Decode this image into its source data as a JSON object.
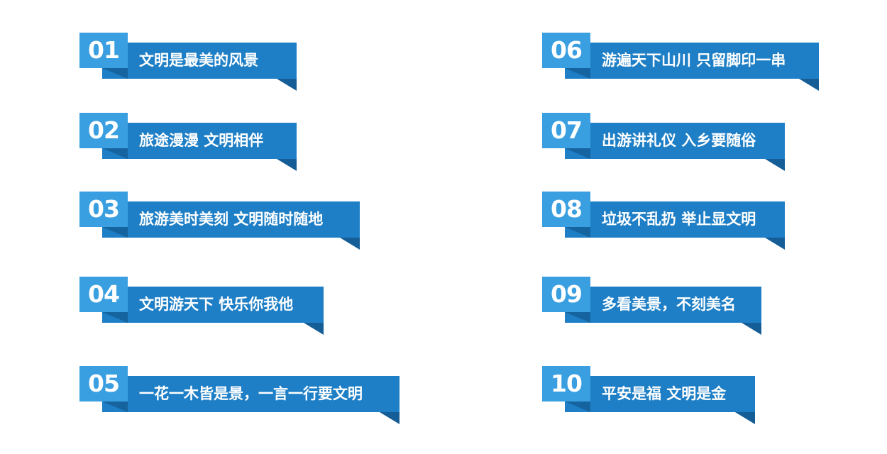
{
  "items": [
    {
      "num": "01",
      "text": "文明是最美的风景"
    },
    {
      "num": "02",
      "text": "旅途漫漫 文明相伴"
    },
    {
      "num": "03",
      "text": "旅游美时美刻 文明随时随地"
    },
    {
      "num": "04",
      "text": "文明游天下 快乐你我他"
    },
    {
      "num": "05",
      "text": "一花一木皆是景，一言一行要文明"
    },
    {
      "num": "06",
      "text": "游遍天下山川 只留脚印一串"
    },
    {
      "num": "07",
      "text": "出游讲礼仪 入乡要随俗"
    },
    {
      "num": "08",
      "text": "垃圾不乱扔 举止显文明"
    },
    {
      "num": "09",
      "text": "多看美景，不刻美名"
    },
    {
      "num": "10",
      "text": "平安是福 文明是金"
    }
  ],
  "colors": {
    "number_box": "#3a9fe0",
    "ribbon": "#1e7fc6",
    "fold": "#155d97"
  }
}
